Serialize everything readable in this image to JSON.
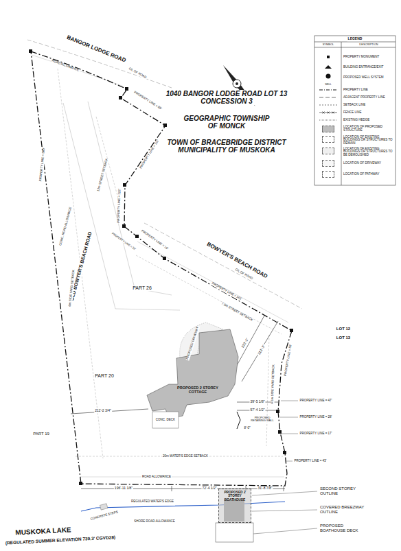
{
  "diagram": {
    "title": "1040 BANGOR LODGE ROAD LOT 13 CONCESSION 3",
    "nodes": [
      {
        "text": [
          "PROPOSED 2 STOREY COTTAGE"
        ]
      },
      {
        "text": [
          "PROPOSED 2 STOREY BOATHOUSE"
        ]
      }
    ],
    "labels": [
      "BANGOR LODGE ROAD",
      "C/L OF ROAD",
      "ROAD ALLOWANCE",
      "PROPERTY LINE = 85'",
      "PROPERTY LINE = 111'",
      "PROPERTY LINE = 122'",
      "PROPERTY LINE = 32'",
      "PROPERTY LINE = 18'",
      "PROPERTY LINE = 161'",
      "C/L OF ROAD",
      "BOWYER'S BEACH ROAD",
      "7.5m STREET SETBACK",
      "OLD BOWYER'S BEACH ROAD",
      "CONC. ROAD ALLOWANCE",
      "12m STREET SETBACK",
      "PROPERTY LINE = 380'",
      "6m SIDE YARD SETBACK",
      "PART 26",
      "PART 20",
      "PART 19",
      "LOT 12",
      "LOT 13",
      "PROPERTY LINE = 55'",
      "4.5m SIDE YARD SETBACK",
      "PROPERTY LINE = 47'",
      "PROPERTY LINE = 28'",
      "PROPERTY LINE = 17'",
      "PROPERTY LINE = 43'",
      "222'-1\"",
      "212'-3\"",
      "211'-2 3/4\"",
      "39'-5 1/8\"",
      "57'-4 1/2\"",
      "PROPOSED RETAINING WALL",
      "8'-0\"",
      "CONC. DECK",
      "PROPOSED DRIVEWAY",
      "20m WATER'S EDGE SETBACK",
      "ROAD ALLOWANCE",
      "196'-11 1/8\"",
      "72'-4 1/2\"",
      "31'-8 7/8\"",
      "REGULATED WATER'S EDGE",
      "CONCRETE STEPS",
      "SHORE ROAD ALLOWANCE",
      "MUSKOKA LAKE",
      "(REGULATED SUMMER ELEVATION 739.3' CGVD28)",
      "SECOND STOREY OUTLINE",
      "COVERED BREEZWAY OUTLINE",
      "PROPOSED BOATHOUSE DECK",
      "GEOGRAPHIC TOWNSHIP OF MONCK",
      "TOWN OF BRACEBRIDGE DISTRICT MUNICIPALITY OF MUSKOKA",
      "LEGEND",
      "SYMBOL",
      "DESCRIPTION",
      "WELL"
    ],
    "legend": [
      {
        "text": "PROPERTY MONUMENT"
      },
      {
        "text": "BUILDING ENTRANCE/EXIT"
      },
      {
        "text": "PROPOSED WELL SYSTEM"
      },
      {
        "text": "PROPERTY LINE"
      },
      {
        "text": "ADJACENT PROPERTY LINE"
      },
      {
        "text": "SETBACK LINE"
      },
      {
        "text": "FENCE LINE"
      },
      {
        "text": "EXISTING HEDGE"
      },
      {
        "text": "LOCATION OF PROPOSED STRUCTURE",
        "color": "#bdbdbd"
      },
      {
        "text": "LOCATION OF EXISTING BUILDINGS OR STRUCTURES TO REMAIN",
        "color": "#ffffff"
      },
      {
        "text": "LOCATION OF EXISTING BUILDINGS OR STRUCTURES TO BE DEMOLISHED",
        "color": "#f0f0f0"
      },
      {
        "text": "LOCATION OF DRIVEWAY",
        "color": "#f7f7f7"
      },
      {
        "text": "LOCATION OF PATHWAY",
        "color": "#ffffff"
      }
    ]
  }
}
